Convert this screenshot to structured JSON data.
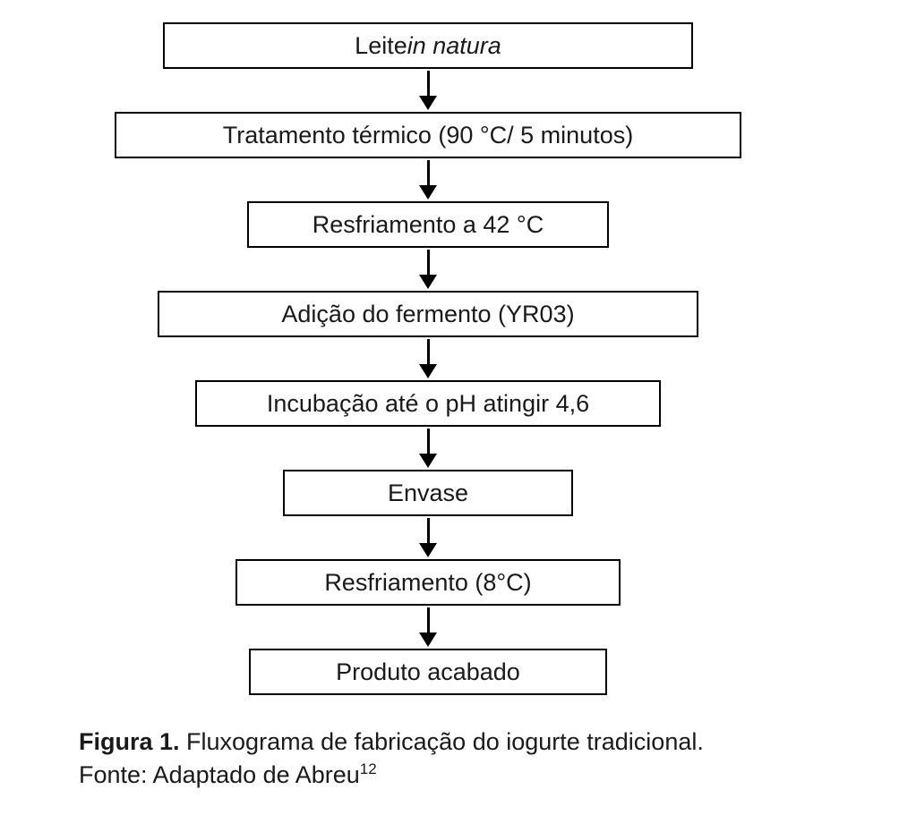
{
  "diagram": {
    "title_implicit": "Fluxograma de fabricação do iogurte tradicional",
    "steps": [
      {
        "text": "Leite ",
        "italic": "in natura"
      },
      {
        "text": "Tratamento térmico (90 °C/ 5 minutos)"
      },
      {
        "text": "Resfriamento a 42 °C"
      },
      {
        "text": "Adição do fermento (YR03)"
      },
      {
        "text": "Incubação até o pH atingir 4,6"
      },
      {
        "text": "Envase"
      },
      {
        "text": "Resfriamento (8°C)"
      },
      {
        "text": "Produto acabado"
      }
    ],
    "caption": {
      "label": "Figura 1.",
      "text": " Fluxograma de fabricação do iogurte tradicional.",
      "source_text": "Fonte: Adaptado de Abreu",
      "source_superscript": "12"
    },
    "colors": {
      "box_border": "#000000",
      "arrow": "#000000",
      "text": "#1a1a1a",
      "background": "#ffffff"
    }
  }
}
